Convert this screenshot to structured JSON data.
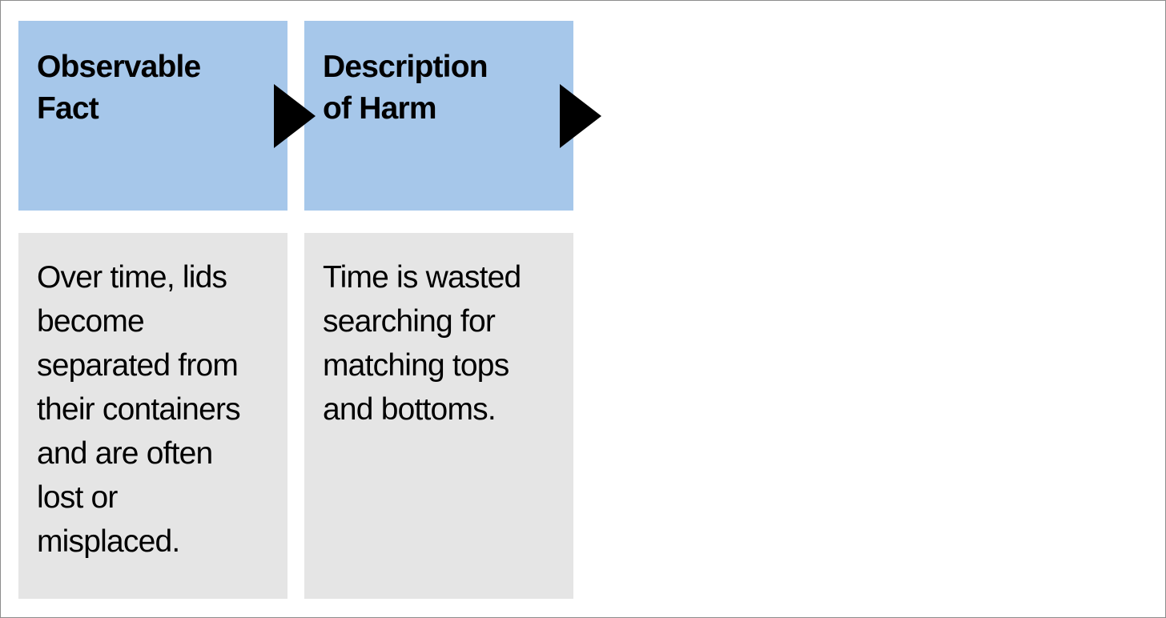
{
  "columns": [
    {
      "header": "Observable Fact",
      "header_lines": [
        "Observable",
        "Fact"
      ],
      "body": "Over time, lids become separated from their containers and are often lost or misplaced.",
      "body_lines": [
        "Over time, lids",
        "become",
        "separated from",
        "their containers",
        "and are often",
        "lost or",
        "misplaced."
      ]
    },
    {
      "header": "Description of Harm",
      "header_lines": [
        "Description",
        "of Harm"
      ],
      "body": "Time is wasted searching for matching tops and bottoms.",
      "body_lines": [
        "Time is wasted",
        "searching for",
        "matching tops",
        "and bottoms."
      ]
    }
  ],
  "icons": {
    "arrow_1": "right-arrow-icon",
    "arrow_2": "right-arrow-icon"
  },
  "colors": {
    "header_fill": "#a6c7ea",
    "body_fill": "#e5e5e5",
    "arrow": "#000000",
    "text": "#000000",
    "border": "#8c8c8c"
  }
}
